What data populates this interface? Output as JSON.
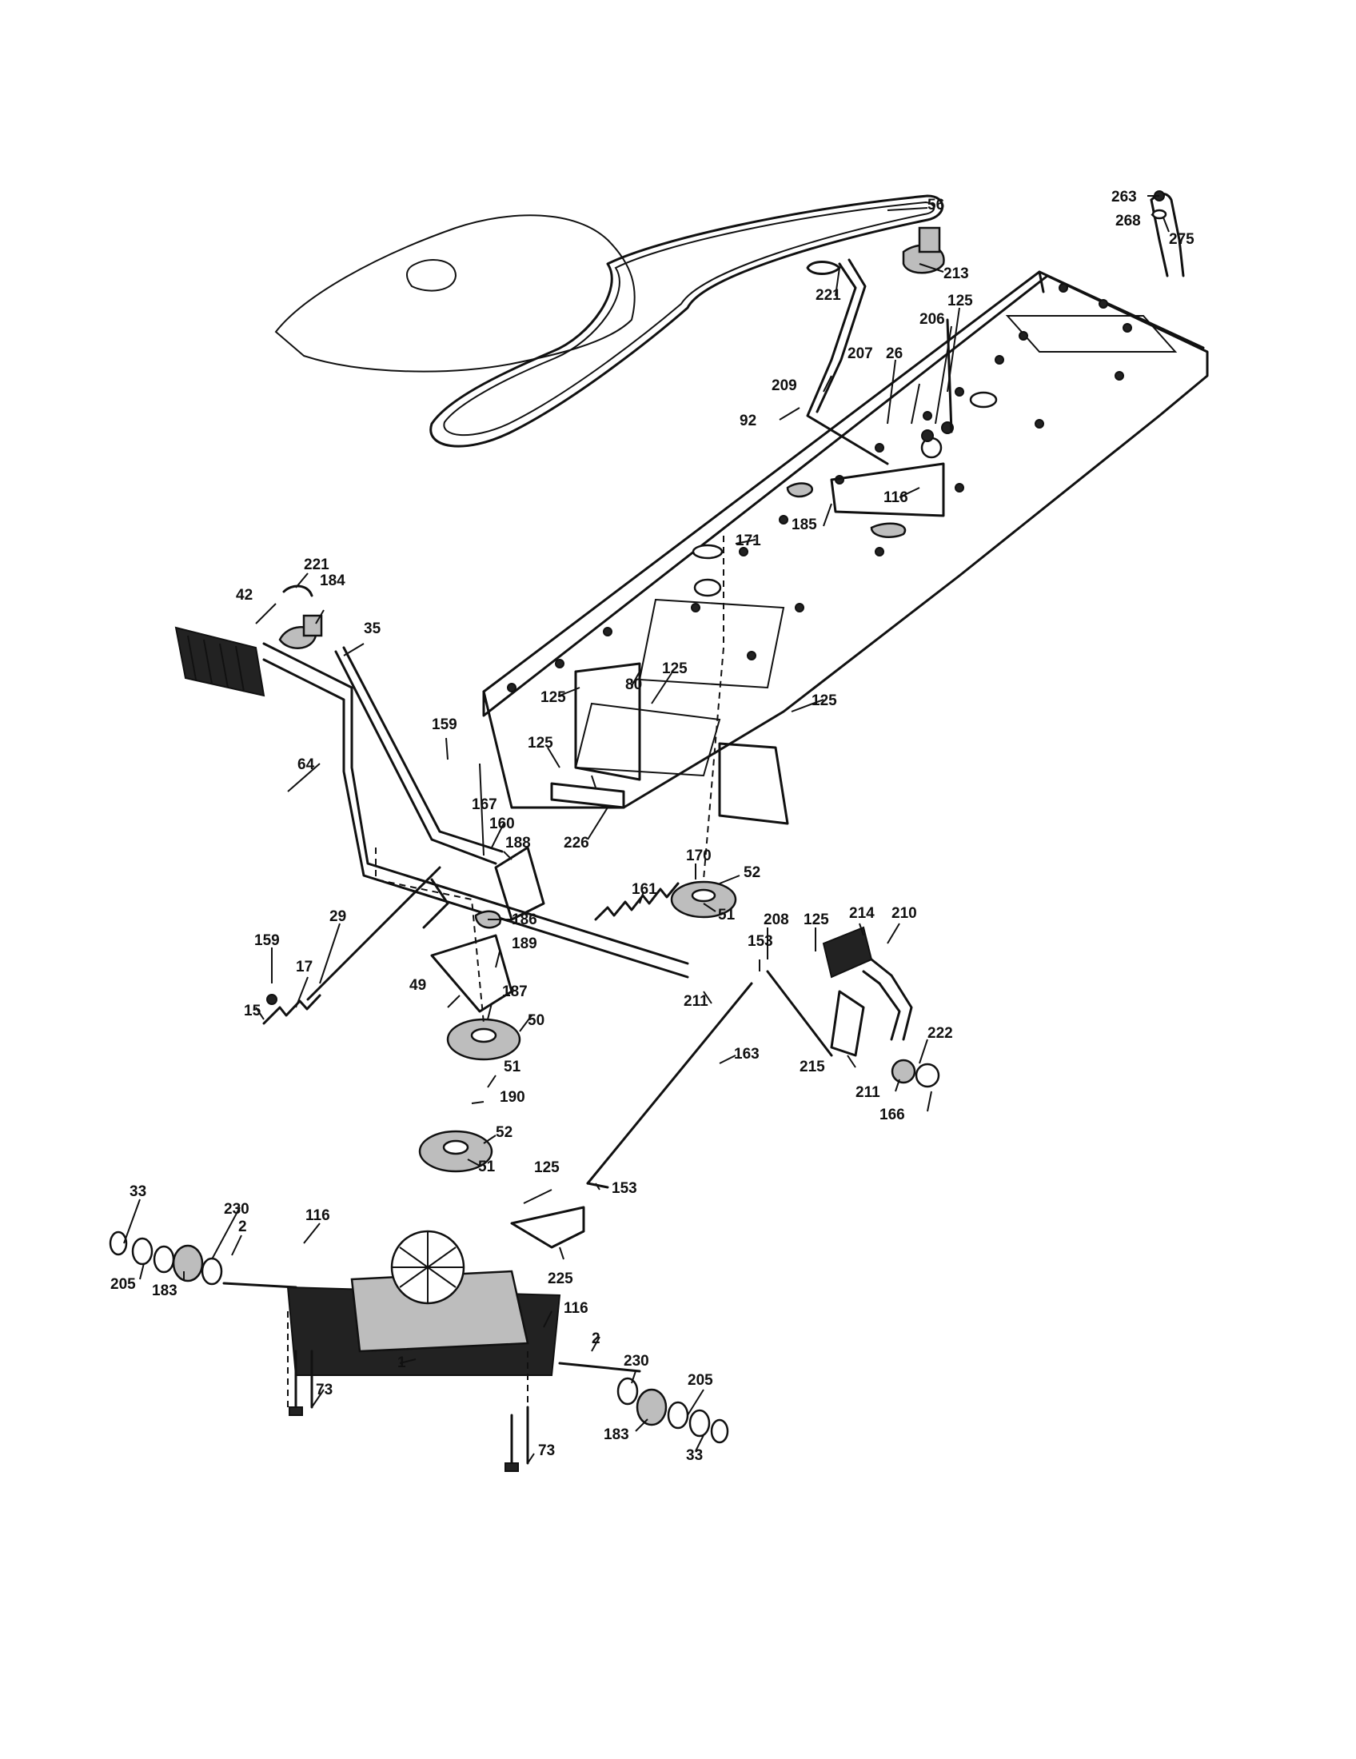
{
  "callouts": {
    "c56": "56",
    "c213": "213",
    "c221a": "221",
    "c263": "263",
    "c268": "268",
    "c275": "275",
    "c125a": "125",
    "c206": "206",
    "c207": "207",
    "c26": "26",
    "c209": "209",
    "c92": "92",
    "c116a": "116",
    "c185": "185",
    "c171": "171",
    "c221b": "221",
    "c184": "184",
    "c42": "42",
    "c35": "35",
    "c80": "80",
    "c125b": "125",
    "c125c": "125",
    "c125d": "125",
    "c125e": "125",
    "c159a": "159",
    "c64": "64",
    "c167": "167",
    "c160": "160",
    "c188": "188",
    "c226": "226",
    "c170": "170",
    "c52a": "52",
    "c161": "161",
    "c51a": "51",
    "c186": "186",
    "c208": "208",
    "c125f": "125",
    "c214": "214",
    "c210": "210",
    "c29": "29",
    "c189": "189",
    "c153a": "153",
    "c159b": "159",
    "c17": "17",
    "c49": "49",
    "c187": "187",
    "c211a": "211",
    "c15": "15",
    "c50": "50",
    "c163": "163",
    "c222": "222",
    "c51b": "51",
    "c215": "215",
    "c211b": "211",
    "c190": "190",
    "c166": "166",
    "c52b": "52",
    "c51c": "51",
    "c125g": "125",
    "c153b": "153",
    "c33a": "33",
    "c230a": "230",
    "c116b": "116",
    "c2a": "2",
    "c205a": "205",
    "c183a": "183",
    "c225": "225",
    "c116c": "116",
    "c1": "1",
    "c2b": "2",
    "c230b": "230",
    "c205b": "205",
    "c73a": "73",
    "c183b": "183",
    "c73b": "73",
    "c33b": "33"
  },
  "icons": [
    "belt-icon",
    "frame-icon",
    "transaxle-icon",
    "pulley-icon",
    "spring-icon",
    "pedal-icon",
    "lever-icon",
    "hub-icon"
  ]
}
